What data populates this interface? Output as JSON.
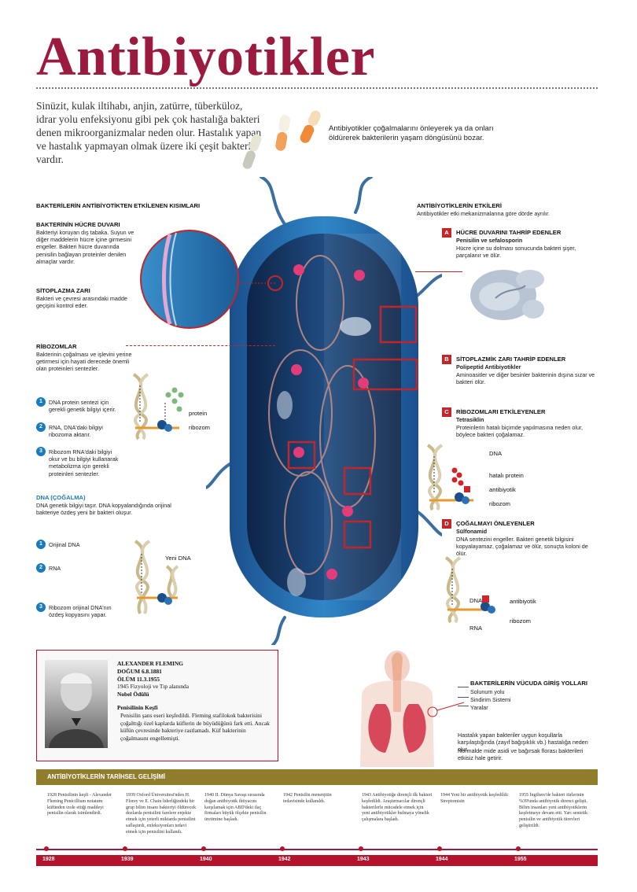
{
  "title": "Antibiyotikler",
  "intro": "Sinüzit, kulak iltihabı, anjin, zatürre, tüberküloz, idrar yolu enfeksiyonu gibi pek çok hastalığa bakteri denen mikroorganizmalar neden olur. Hastalık yapan ve hastalık yapmayan olmak üzere iki çeşit bakteri vardır.",
  "intro2": "Antibiyotikler çoğalmalarını önleyerek ya da onları öldürerek bakterilerin yaşam döngüsünü bozar.",
  "left": {
    "header": "BAKTERİLERİN ANTİBİYOTİKTEN ETKİLENEN KISIMLARI",
    "wall_title": "BAKTERİNİN HÜCRE DUVARI",
    "wall_text": "Bakteriyi koruyan dış tabaka. Suyun ve diğer maddelerin hücre içine girmesini engeller. Bakteri hücre duvarında penisilin bağlayan proteinler denilen almaçlar vardır.",
    "membrane_title": "SİTOPLAZMA ZARI",
    "membrane_text": "Bakteri ve çevresi arasındaki madde geçişini kontrol eder.",
    "ribo_title": "RİBOZOMLAR",
    "ribo_text": "Bakterinin çoğalması ve işlevini yerine getirmesi için hayati derecede önemli olan proteinleri sentezler.",
    "ribo_steps": [
      {
        "n": "1",
        "text": "DNA protein sentezi için gerekli genetik bilgiyi içerir."
      },
      {
        "n": "2",
        "text": "RNA, DNA'daki bilgiyi ribozoma aktarır."
      },
      {
        "n": "3",
        "text": "Ribozom RNA'daki bilgiyi okur ve bu bilgiyi kullanarak metabolizma için gerekli proteinleri sentezler."
      }
    ],
    "protein_label": "protein",
    "ribozom_label": "ribozom",
    "dna_title": "DNA (ÇOĞALMA)",
    "dna_text": "DNA genetik bilgiyi taşır. DNA kopyalandığında orijinal bakteriye özdeş yeni bir bakteri oluşur.",
    "dna_steps": [
      {
        "n": "1",
        "text": "Orijinal DNA"
      },
      {
        "n": "2",
        "text": "RNA"
      },
      {
        "n": "3",
        "text": "Ribozom orijinal DNA'nın özdeş kopyasını yapar."
      }
    ],
    "new_dna_label": "Yeni DNA"
  },
  "right": {
    "header": "ANTİBİYOTİKLERİN ETKİLERİ",
    "subheader": "Antibiyotikler etki mekanizmalarına göre dörde ayrılır.",
    "effects": [
      {
        "letter": "A",
        "title": "HÜCRE DUVARINI TAHRİP EDENLER",
        "drug": "Penisilin ve sefalosporin",
        "text": "Hücre içine su dolması sonucunda bakteri şişer, parçalanır ve ölür."
      },
      {
        "letter": "B",
        "title": "SİTOPLAZMİK ZARI TAHRİP EDENLER",
        "drug": "Polipeptid Antibiyotikler",
        "text": "Aminoasitler ve diğer besinler bakterinin dışına sızar ve bakteri ölür."
      },
      {
        "letter": "C",
        "title": "RİBOZOMLARI ETKİLEYENLER",
        "drug": "Tetrasiklin",
        "text": "Proteinlerin hatalı biçimde yapılmasına neden olur, böylece bakteri çoğalamaz."
      },
      {
        "letter": "D",
        "title": "ÇOĞALMAYI ÖNLEYENLER",
        "drug": "Sülfonamid",
        "text": "DNA sentezini engeller. Bakteri genetik bilgisini kopyalayamaz, çoğalamaz ve ölür, sonuçta koloni de ölür."
      }
    ],
    "c_labels": {
      "dna": "DNA",
      "bad_protein": "hatalı protein",
      "antibiotic": "antibiyotik",
      "ribosome": "ribozom"
    },
    "d_labels": {
      "dna": "DNA",
      "antibiotic": "antibiyotik",
      "ribosome": "ribozom",
      "rna": "RNA"
    }
  },
  "fleming": {
    "name": "ALEXANDER FLEMING",
    "birth": "DOĞUM 6.8.1881",
    "death": "ÖLÜM 11.3.1955",
    "prize_line": "1945 Fizyoloji ve Tıp alanında",
    "prize": "Nobel Ödülü",
    "disc_title": "Penisilinin Keşfi",
    "disc_text": "Penisilin şans eseri keşfedildi. Fleming stafilokok bakterisini çoğalttığı özel kaplarda küflerin de büyüdüğünü fark etti. Ancak küfün çevresinde bakteriye rastlamadı. Küf bakterinin çoğalmasını engellemişti."
  },
  "body": {
    "title": "BAKTERİLERİN VÜCUDA GİRİŞ YOLLARI",
    "routes": [
      "Solunum yolu",
      "Sindirim Sistemi",
      "Yaralar"
    ],
    "note1": "Hastalık yapan bakteriler uygun koşullarla karşılaştığında (zayıf bağışıklık vb.) hastalığa neden olur.",
    "note2": "Normalde mide asidi ve bağırsak florası bakterileri etkisiz hale getirir."
  },
  "history": {
    "title": "ANTİBİYOTİKLERİN TARİHSEL GELİŞİMİ",
    "entries": [
      {
        "year": "1928",
        "text": "1928 Penisilinin keşfi - Alexander Fleming Penicillium notatum küfünden izole ettiği maddeyi penisilin olarak isimlendirdi."
      },
      {
        "year": "1939",
        "text": "1939 Oxford Üniversitesi'nden H. Florey ve E. Chain liderliğindeki bir grup bilim insanı bakteriyi öldürecek dozlarda penisilini farelere enjekte etmek için yeterli miktarda penisilini saflaştırdı, enfeksiyonları tedavi etmek için penisilini kullandı."
      },
      {
        "year": "1940",
        "text": "1940 II. Dünya Savaşı sırasında doğan antibiyotik ihtiyacını karşılamak için ABD'deki ilaç firmaları büyük ölçekte penisilin üretimine başladı."
      },
      {
        "year": "1942",
        "text": "1942 Penisilin menenjitin tedavisinde kullanıldı."
      },
      {
        "year": "1943",
        "text": "1943 Antibiyotiğe dirençli ilk bakteri keşfedildi. Araştırmacılar dirençli bakterilerle mücadele etmek için yeni antibiyotikler bulmaya yönelik çalışmalara başladı."
      },
      {
        "year": "1944",
        "text": "1944 Yeni bir antibiyotik keşfedildi: Streptomisin"
      },
      {
        "year": "1955",
        "text": "1955 İngiltere'de bakteri türlerinin %39'unda antibiyotik direnci gelişti. Bilim insanları yeni antibiyotiklerin keşfetmeye devam etti. Yarı sentetik penisilin ve antibiyotik türevleri geliştirildi."
      }
    ]
  },
  "colors": {
    "title": "#9b1b3f",
    "accent_red": "#c0272d",
    "dna_blue": "#1a7bbf",
    "history_bar": "#8f7d2c",
    "bacteria_blue": "#1e5fa0"
  }
}
